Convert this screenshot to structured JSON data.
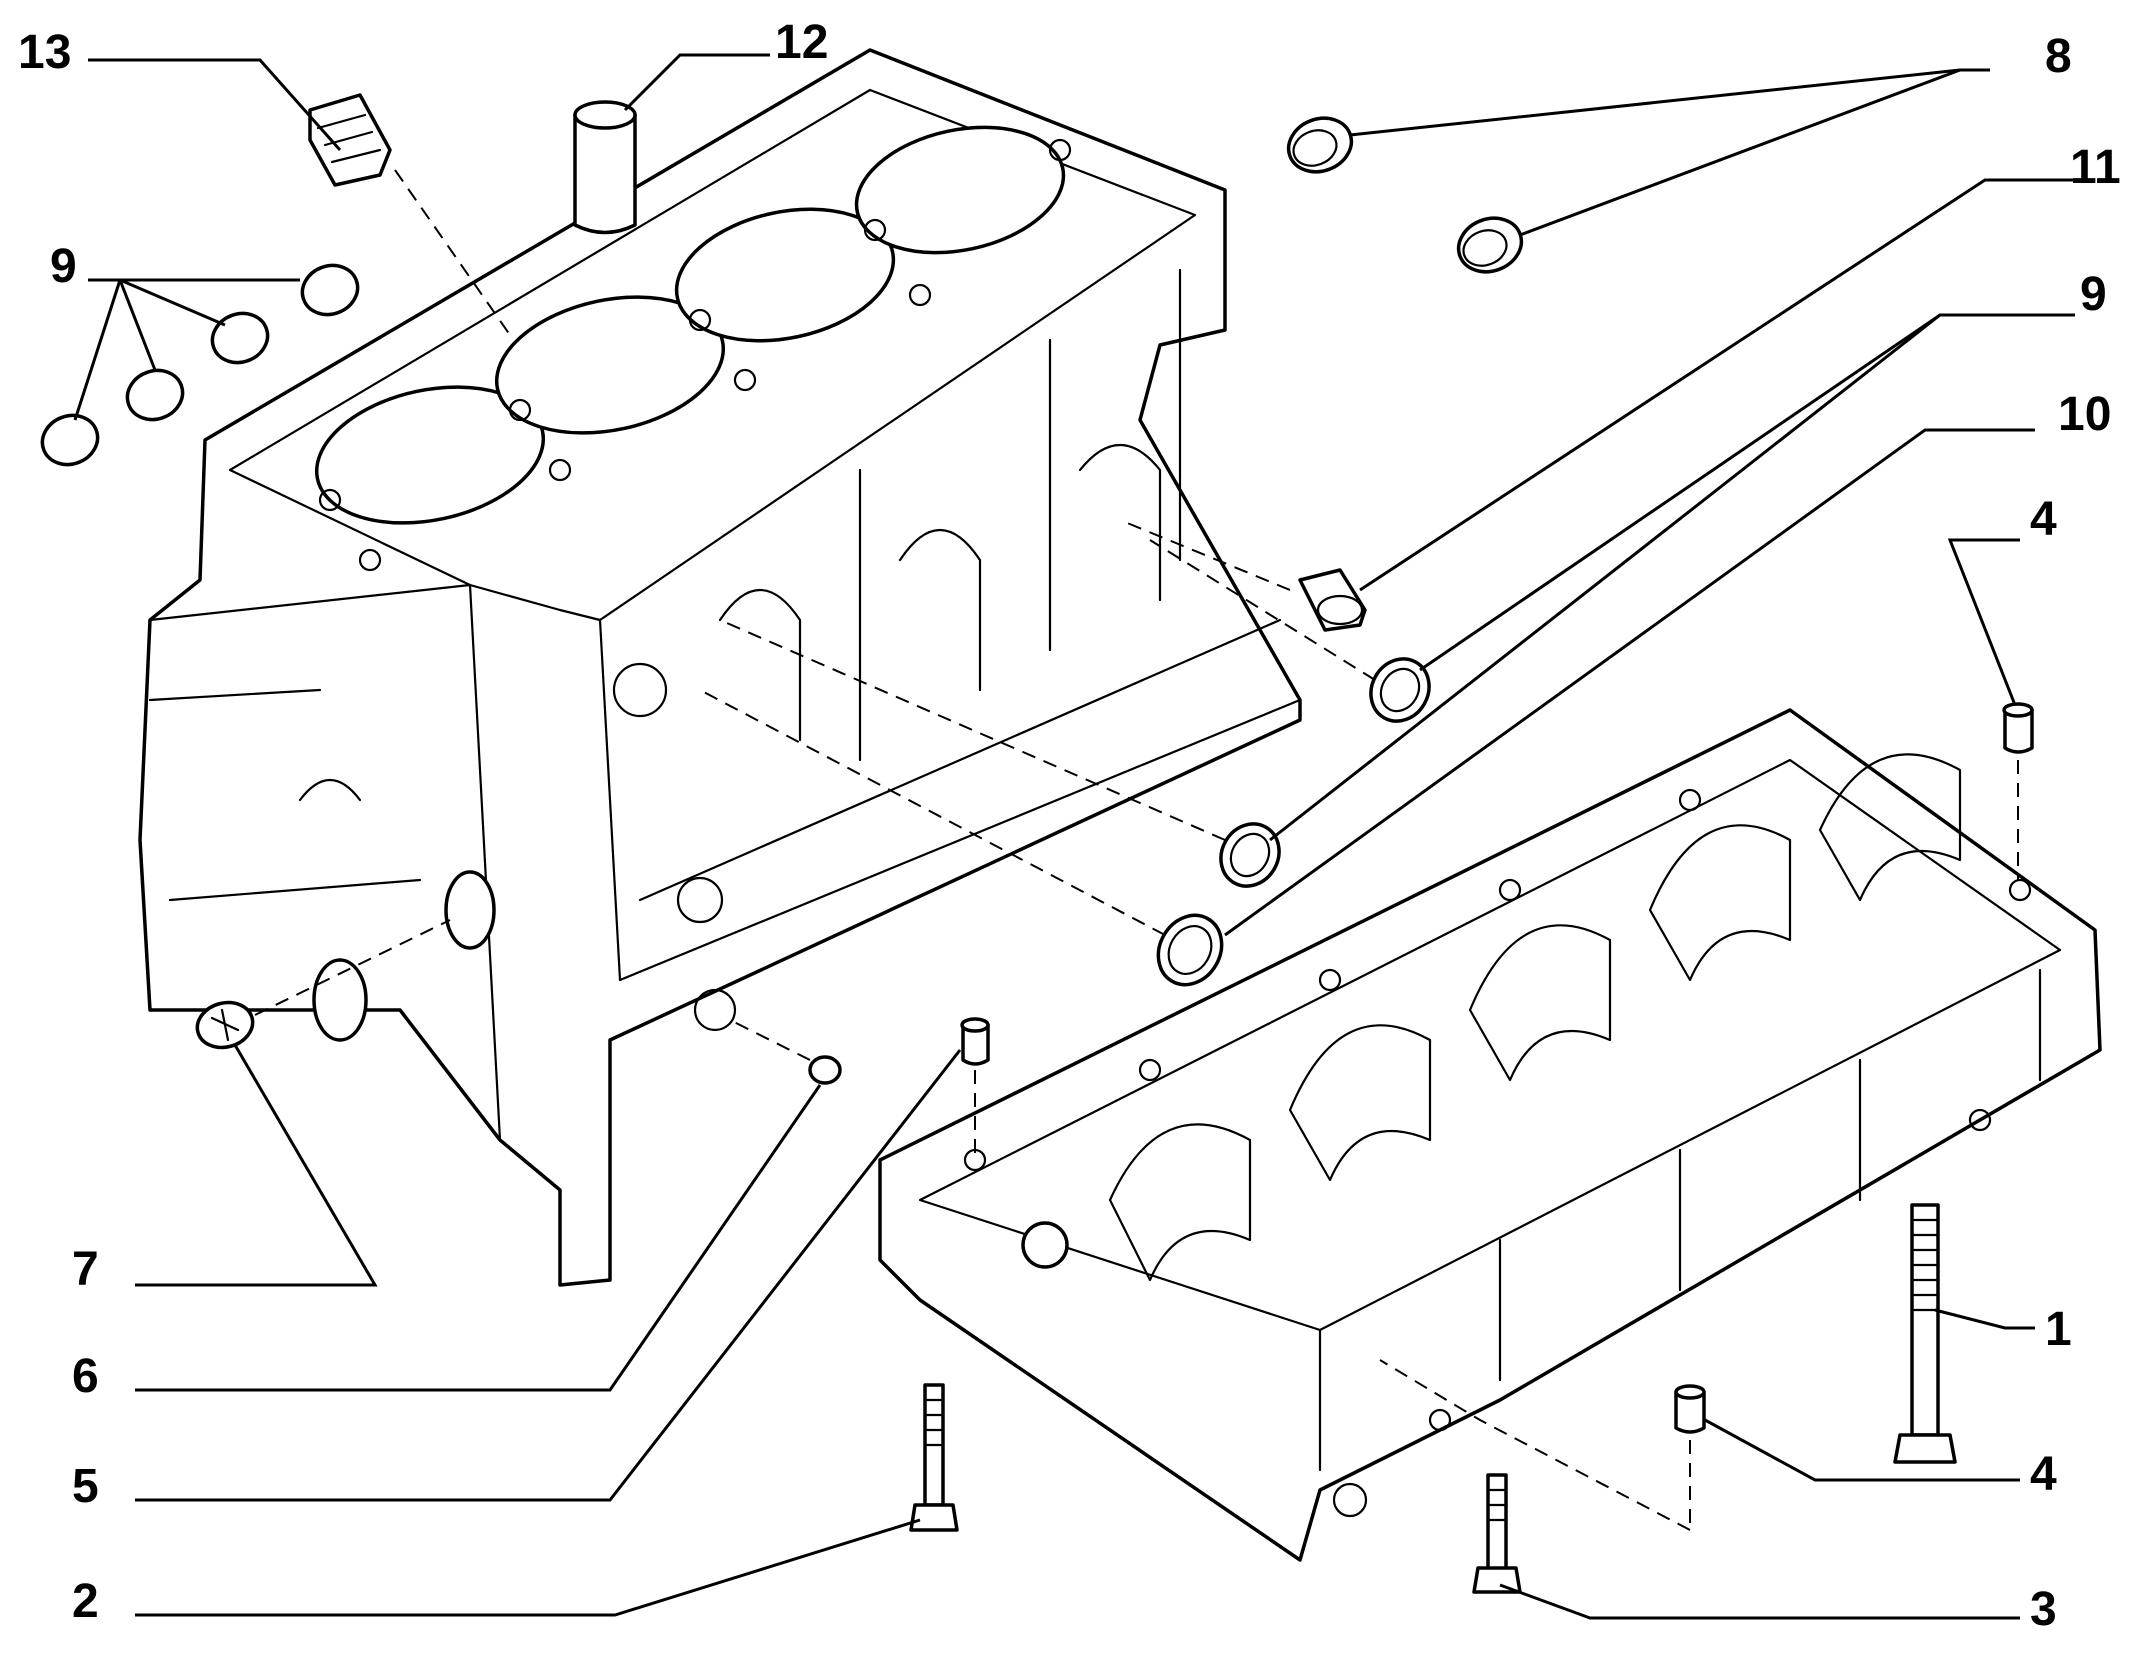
{
  "callouts": {
    "c1": "1",
    "c2": "2",
    "c3": "3",
    "c4a": "4",
    "c4b": "4",
    "c5": "5",
    "c6": "6",
    "c7": "7",
    "c8": "8",
    "c9a": "9",
    "c9b": "9",
    "c10": "10",
    "c11": "11",
    "c12": "12",
    "c13": "13"
  }
}
